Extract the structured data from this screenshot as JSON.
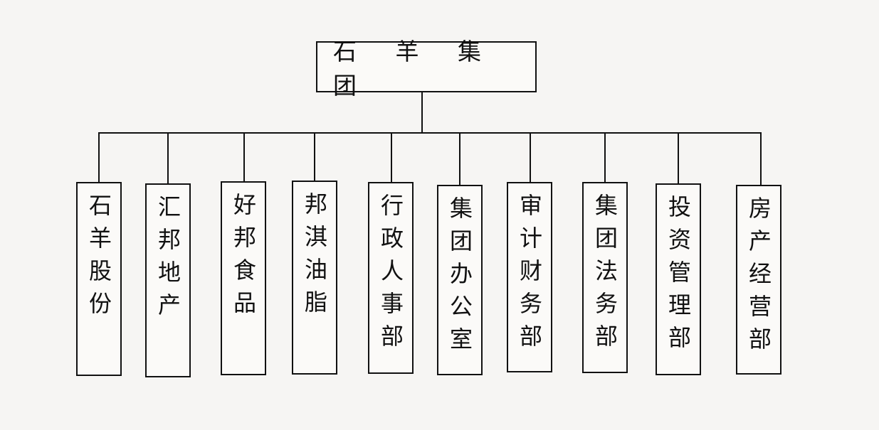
{
  "org_chart": {
    "root": {
      "label": "石 羊 集 团"
    },
    "units": [
      {
        "label": "石羊股份"
      },
      {
        "label": "汇邦地产"
      },
      {
        "label": "好邦食品"
      },
      {
        "label": "邦淇油脂"
      },
      {
        "label": "行政人事部"
      },
      {
        "label": "集团办公室"
      },
      {
        "label": "审计财务部"
      },
      {
        "label": "集团法务部"
      },
      {
        "label": "投资管理部"
      },
      {
        "label": "房产经营部"
      }
    ]
  }
}
